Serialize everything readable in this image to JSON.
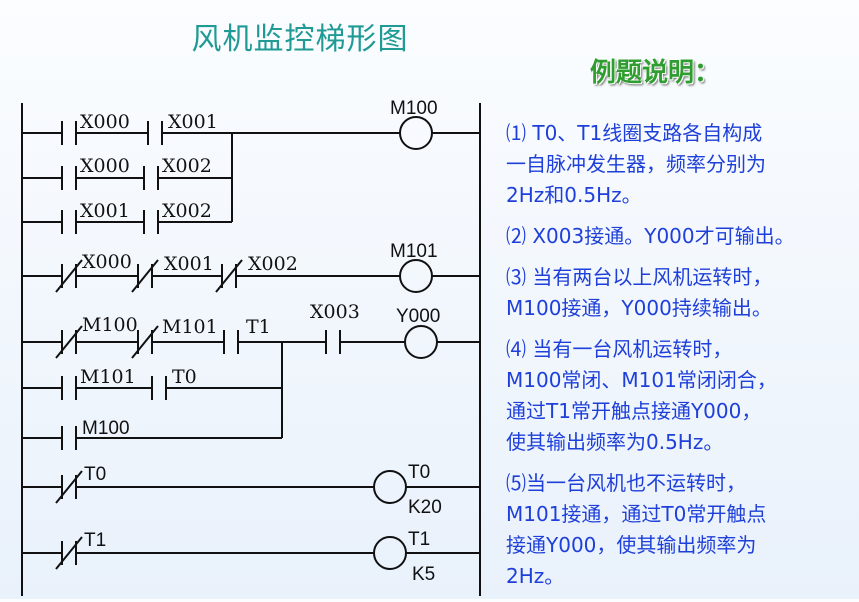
{
  "title": "风机监控梯形图",
  "subtitle": "例题说明：",
  "ladder": {
    "contacts": {
      "r1a": "X000",
      "r1b": "X001",
      "r2a": "X000",
      "r2b": "X002",
      "r3a": "X001",
      "r3b": "X002",
      "r4a": "X000",
      "r4b": "X001",
      "r4c": "X002",
      "r5a": "M100",
      "r5b": "M101",
      "r5c": "T1",
      "r5d": "X003",
      "r6a": "M101",
      "r6b": "T0",
      "r7a": "M100",
      "r8a": "T0",
      "r9a": "T1"
    },
    "coils": {
      "c1": "M100",
      "c2": "M101",
      "c3": "Y000",
      "c4": "T0",
      "c4k": "K20",
      "c5": "T1",
      "c5k": "K5"
    }
  },
  "notes": [
    [
      "⑴ T0、T1线圈支路各自构成",
      "一自脉冲发生器，频率分别为",
      "2Hz和0.5Hz。"
    ],
    [
      "⑵ X003接通。Y000才可输出。"
    ],
    [
      "⑶ 当有两台以上风机运转时，",
      "M100接通，Y000持续输出。"
    ],
    [
      "⑷ 当有一台风机运转时，",
      "M100常闭、M101常闭闭合，",
      "通过T1常开触点接通Y000，",
      "使其输出频率为0.5Hz。"
    ],
    [
      "⑸当一台风机也不运转时，",
      "M101接通，通过T0常开触点",
      "接通Y000，使其输出频率为",
      "2Hz。"
    ]
  ]
}
